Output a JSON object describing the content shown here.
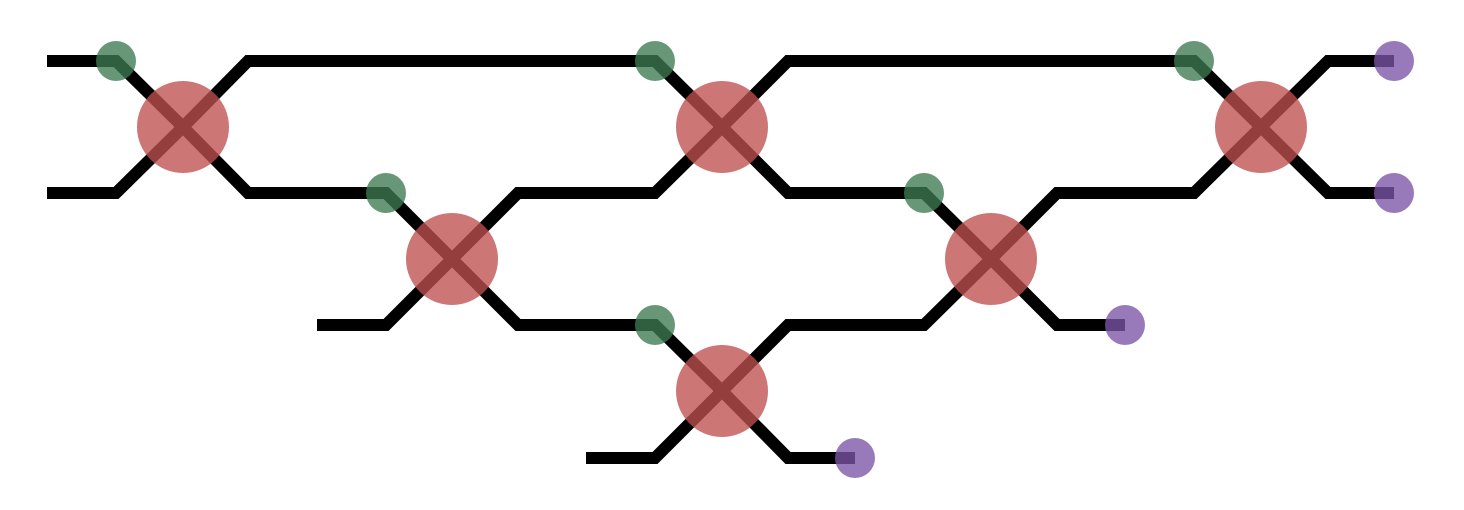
{
  "diagram": {
    "kind": "interferometer-circuit",
    "colors": {
      "background": "#ffffff",
      "wire": "#000000",
      "beam_splitter": "#bf4f4f",
      "phase_shifter": "#3d7a52",
      "detector": "#7b55a8"
    },
    "element_counts": {
      "modes": 4,
      "beam_splitters": 6,
      "phase_shifters": 6,
      "detectors": 4
    }
  }
}
